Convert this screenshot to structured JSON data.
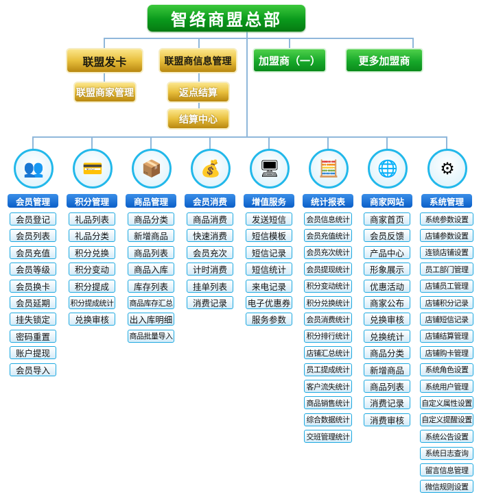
{
  "title": "智络商盟总部",
  "top_cards": [
    {
      "label": "联盟发卡",
      "children": [
        "联盟商家管理"
      ]
    },
    {
      "label": "联盟商信息管理",
      "children": [
        "返点结算",
        "结算中心"
      ]
    },
    {
      "label": "加盟商（一）",
      "children": []
    },
    {
      "label": "更多加盟商",
      "children": []
    }
  ],
  "modules": [
    {
      "label": "会员管理",
      "icon": "members-icon",
      "glyph": "👥",
      "items": [
        "会员登记",
        "会员列表",
        "会员充值",
        "会员等级",
        "会员换卡",
        "会员延期",
        "挂失锁定",
        "密码重置",
        "账户提现",
        "会员导入"
      ]
    },
    {
      "label": "积分管理",
      "icon": "credit-card-icon",
      "glyph": "💳",
      "items": [
        "礼品列表",
        "礼品分类",
        "积分兑换",
        "积分变动",
        "积分提成",
        "积分提成统计",
        "兑换审核"
      ]
    },
    {
      "label": "商品管理",
      "icon": "goods-box-icon",
      "glyph": "📦",
      "items": [
        "商品分类",
        "新增商品",
        "商品列表",
        "商品入库",
        "库存列表",
        "商品库存汇总",
        "出入库明细",
        "商品批量导入"
      ]
    },
    {
      "label": "会员消费",
      "icon": "coins-icon",
      "glyph": "💰",
      "items": [
        "商品消费",
        "快速消费",
        "会员充次",
        "计时消费",
        "挂单列表",
        "消费记录"
      ]
    },
    {
      "label": "增值服务",
      "icon": "monitor-chart-icon",
      "glyph": "🖥",
      "items": [
        "发送短信",
        "短信模板",
        "短信记录",
        "短信统计",
        "来电记录",
        "电子优惠券",
        "服务参数"
      ]
    },
    {
      "label": "统计报表",
      "icon": "calculator-report-icon",
      "glyph": "🧮",
      "items": [
        "会员信息统计",
        "会员充值统计",
        "会员充次统计",
        "会员提现统计",
        "积分变动统计",
        "积分兑换统计",
        "会员消费统计",
        "积分排行统计",
        "店铺汇总统计",
        "员工提成统计",
        "客户流失统计",
        "商品销售统计",
        "综合数据统计",
        "交班管理统计"
      ]
    },
    {
      "label": "商家网站",
      "icon": "website-icon",
      "glyph": "🌐",
      "items": [
        "商家首页",
        "会员反馈",
        "产品中心",
        "形象展示",
        "优惠活动",
        "商家公布",
        "兑换审核",
        "兑换统计",
        "商品分类",
        "新增商品",
        "商品列表",
        "消费记录",
        "消费审核"
      ]
    },
    {
      "label": "系统管理",
      "icon": "gears-icon",
      "glyph": "⚙",
      "items": [
        "系统参数设置",
        "店铺参数设置",
        "连锁店铺设置",
        "员工部门管理",
        "店铺员工管理",
        "店铺积分记录",
        "店铺短信记录",
        "店铺结算管理",
        "店铺购卡管理",
        "系统角色设置",
        "系统用户管理",
        "自定义属性设置",
        "自定义提醒设置",
        "系统公告设置",
        "系统日志查询",
        "留言信息管理",
        "微信规则设置"
      ]
    }
  ]
}
